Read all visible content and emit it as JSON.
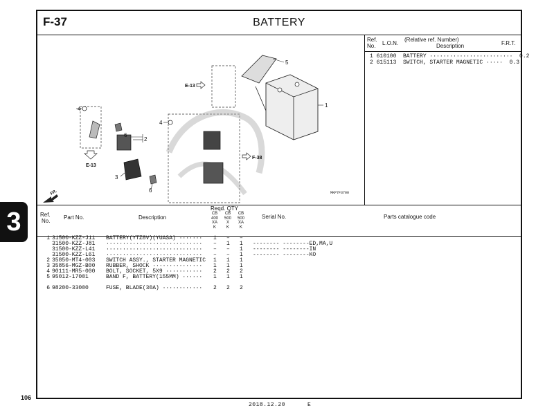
{
  "figure": {
    "code": "F-37",
    "title": "BATTERY",
    "diagram_code": "MKP7F3700"
  },
  "diagram": {
    "callouts": [
      "1",
      "2",
      "3",
      "4",
      "4",
      "5",
      "6",
      "6"
    ],
    "refs": [
      "E-13",
      "E-13",
      "F-38"
    ],
    "front_label": "FR."
  },
  "ref_panel": {
    "headers": {
      "ref": "Ref.",
      "no": "No.",
      "lon": "L.O.N.",
      "relref": "(Relative ref. Number)",
      "desc": "Description",
      "frt": "F.R.T."
    },
    "rows": [
      {
        "text": "1 610100  BATTERY ·························  0.2"
      },
      {
        "text": "2 615113  SWITCH, STARTER MAGNETIC ·····  0.3"
      }
    ]
  },
  "table": {
    "headers": {
      "ref": "Ref.",
      "no": "No.",
      "part_no": "Part No.",
      "description": "Description",
      "reqd_qty": "Reqd. QTY",
      "serial": "Serial No.",
      "catalogue": "Parts catalogue code"
    },
    "qty_columns": [
      {
        "l1": "CB",
        "l2": "400",
        "l3": "XA",
        "l4": "K"
      },
      {
        "l1": "CB",
        "l2": "500",
        "l3": "X",
        "l4": "K"
      },
      {
        "l1": "CB",
        "l2": "500",
        "l3": "XA",
        "l4": "K"
      }
    ],
    "rows": [
      {
        "ref": "1",
        "part": "31500-KZZ-J11",
        "desc": "BATTERY(YTZ8V)(YUASA) ·······",
        "q": [
          "1",
          "–",
          "–"
        ],
        "serial": ""
      },
      {
        "ref": "",
        "part": "31500-KZZ-J81",
        "desc": "·····························",
        "q": [
          "–",
          "1",
          "1"
        ],
        "serial": "-------- --------ED,MA,U"
      },
      {
        "ref": "",
        "part": "31500-KZZ-L41",
        "desc": "·····························",
        "q": [
          "–",
          "–",
          "1"
        ],
        "serial": "-------- --------IN"
      },
      {
        "ref": "",
        "part": "31500-KZZ-L61",
        "desc": "·····························",
        "q": [
          "–",
          "–",
          "1"
        ],
        "serial": "-------- --------KO"
      },
      {
        "ref": "2",
        "part": "35850-MT4-003",
        "desc": "SWITCH ASSY., STARTER MAGNETIC",
        "q": [
          "1",
          "1",
          "1"
        ],
        "serial": ""
      },
      {
        "ref": "3",
        "part": "35856-MGZ-B00",
        "desc": "RUBBER, SHOCK ···············",
        "q": [
          "1",
          "1",
          "1"
        ],
        "serial": ""
      },
      {
        "ref": "4",
        "part": "90111-MR5-000",
        "desc": "BOLT, SOCKET, 5X9 ···········",
        "q": [
          "2",
          "2",
          "2"
        ],
        "serial": ""
      },
      {
        "ref": "5",
        "part": "95012-17001",
        "desc": "BAND F, BATTERY(155MM) ······",
        "q": [
          "1",
          "1",
          "1"
        ],
        "serial": ""
      },
      {
        "ref": "6",
        "part": "98200-33000",
        "desc": "FUSE, BLADE(30A) ············",
        "q": [
          "2",
          "2",
          "2"
        ],
        "serial": ""
      }
    ]
  },
  "side_tab": "3",
  "page_number": "106",
  "footer": {
    "date": "2018.12.20",
    "code": "E"
  }
}
